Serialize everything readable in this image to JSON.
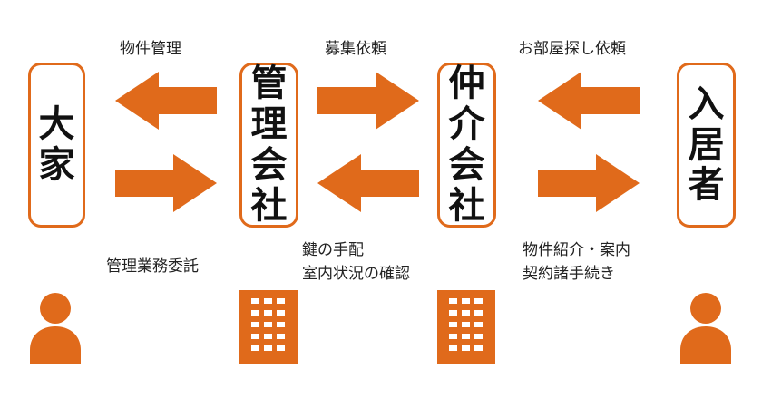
{
  "colors": {
    "accent": "#E06A1B",
    "text": "#111111"
  },
  "entities": {
    "owner": "大家",
    "management_company": "管理会社",
    "brokerage_company": "仲介会社",
    "tenant": "入居者"
  },
  "flows": {
    "property_management": "物件管理",
    "management_consignment": "管理業務委託",
    "recruitment_request": "募集依頼",
    "keys_and_status": "鍵の手配\n室内状況の確認",
    "room_search_request": "お部屋探し依頼",
    "introduction_and_contract": "物件紹介・案内\n契約諸手続き"
  },
  "icons": {
    "owner_icon": "person-icon",
    "management_icon": "building-icon",
    "brokerage_icon": "building-icon",
    "tenant_icon": "person-icon"
  }
}
